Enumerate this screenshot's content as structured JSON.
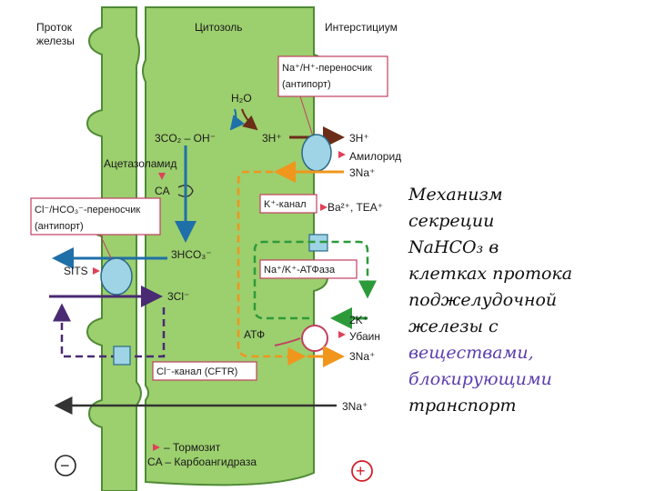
{
  "regions": {
    "duct_line1": "Проток",
    "duct_line2": "железы",
    "cytosol": "Цитозоль",
    "interstitium": "Интерстициум"
  },
  "labels": {
    "na_h_exchanger_line1": "Na⁺/H⁺-переносчик",
    "na_h_exchanger_line2": "(антипорт)",
    "water": "H₂O",
    "co2_oh": "3CO₂ – OH⁻",
    "h_plus": "3H⁺",
    "h_out": "3H⁺",
    "amiloride": "Амилорид",
    "na_in_3": "3Na⁺",
    "acetazolamide": "Ацетазоламид",
    "ca": "CA",
    "cl_hco3_exchanger_line1": "Cl⁻/HCO₃⁻-переносчик",
    "cl_hco3_exchanger_line2": "(антипорт)",
    "k_channel": "K⁺-канал",
    "k_blockers": "Ba²⁺, TEA⁺",
    "hco3": "3HCO₃⁻",
    "sits": "SITS",
    "na_k_atpase": "Na⁺/K⁺-АТФаза",
    "cl": "3Cl⁻",
    "k2": "2K⁺",
    "atp": "АТФ",
    "ouabain": "Убаин",
    "na_out_3": "3Na⁺",
    "cftr": "Cl⁻-канал (CFTR)",
    "na_para": "3Na⁺",
    "legend_inhibitor": "– Тормозит",
    "legend_ca": "CA – Карбоангидраза",
    "minus_sign": "−",
    "plus_sign": "+"
  },
  "caption_lines": [
    "Механизм",
    "секреции",
    "NaHCO₃ в",
    "клетках протока",
    "поджелудочной",
    "железы с",
    "веществами,",
    "блокирующими",
    "транспорт"
  ],
  "colors": {
    "cell": "#9ccf6e",
    "membrane": "#4f8a36",
    "blue_arrow": "#1f6fa8",
    "orange_dash": "#f0961c",
    "green_dash": "#2d9a3a",
    "purple": "#4a2a73",
    "brown": "#6b2d18",
    "inhibitor": "#e0405a"
  }
}
